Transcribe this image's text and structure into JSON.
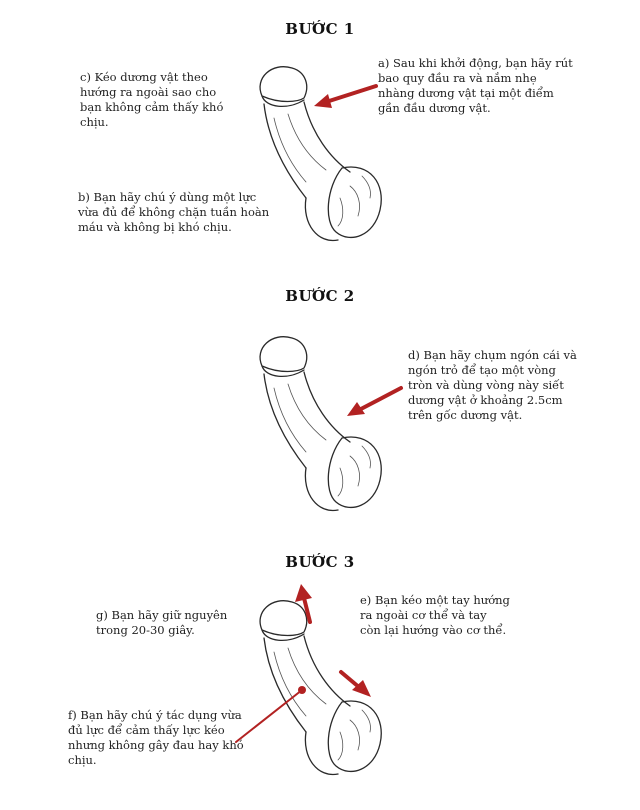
{
  "steps": [
    {
      "title": "BƯỚC 1",
      "notes": {
        "a": "a) Sau khi khởi động, bạn hãy rút bao quy đầu ra và nắm nhẹ nhàng dương vật tại một điểm gần đầu dương vật.",
        "b": "b) Bạn hãy chú ý dùng một lực vừa đủ để không chặn tuần hoàn máu và không bị khó chịu.",
        "c": "c) Kéo dương vật theo hướng ra ngoài sao cho bạn không cảm thấy khó chịu."
      }
    },
    {
      "title": "BƯỚC 2",
      "notes": {
        "d": "d) Bạn hãy chụm ngón cái và ngón trỏ để tạo một vòng tròn và dùng vòng này siết dương vật ở khoảng 2.5cm trên gốc dương vật."
      }
    },
    {
      "title": "BƯỚC 3",
      "notes": {
        "e": "e) Bạn kéo một tay hướng ra ngoài cơ thể và tay còn lại hướng vào cơ thể.",
        "f": "f) Bạn hãy chú ý tác dụng vừa đủ lực để cảm thấy lực kéo nhưng không gây đau hay khó chịu.",
        "g": "g) Bạn hãy giữ nguyên trong 20-30 giây."
      }
    }
  ],
  "colors": {
    "arrow": "#b22222",
    "ink": "#2a2a2a"
  }
}
